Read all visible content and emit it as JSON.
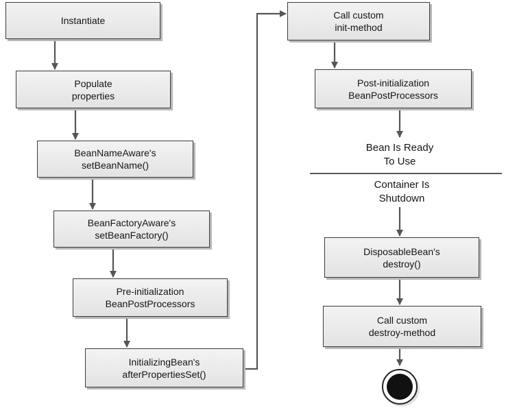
{
  "steps": {
    "instantiate": {
      "line1": "Instantiate"
    },
    "populate": {
      "line1": "Populate",
      "line2": "properties"
    },
    "bean_name_aware": {
      "line1": "BeanNameAware's",
      "line2": "setBeanName()"
    },
    "bean_factory_aware": {
      "line1": "BeanFactoryAware's",
      "line2": "setBeanFactory()"
    },
    "pre_init": {
      "line1": "Pre-initialization",
      "line2": "BeanPostProcessors"
    },
    "initializing_bean": {
      "line1": "InitializingBean's",
      "line2": "afterPropertiesSet()"
    },
    "custom_init": {
      "line1": "Call custom",
      "line2": "init-method"
    },
    "post_init": {
      "line1": "Post-initialization",
      "line2": "BeanPostProcessors"
    },
    "disposable_bean": {
      "line1": "DisposableBean's",
      "line2": "destroy()"
    },
    "custom_destroy": {
      "line1": "Call custom",
      "line2": "destroy-method"
    }
  },
  "notes": {
    "ready": {
      "line1": "Bean Is Ready",
      "line2": "To Use"
    },
    "shutdown": {
      "line1": "Container Is",
      "line2": "Shutdown"
    }
  },
  "colors": {
    "arrow": "#555555",
    "box_border": "#3a3a3a",
    "end_node": "#111111"
  }
}
